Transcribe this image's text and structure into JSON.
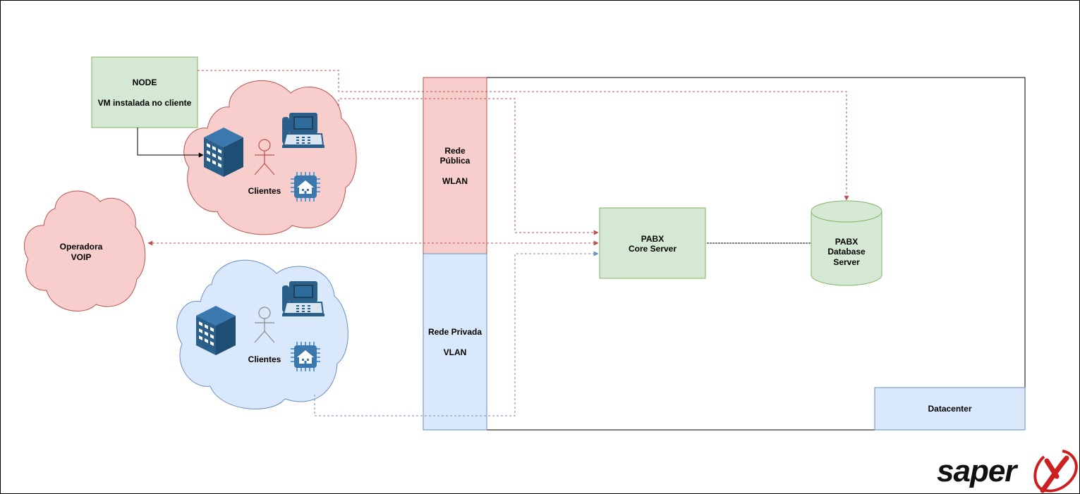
{
  "nodes": {
    "node_vm": {
      "title": "NODE",
      "subtitle": "VM instalada no cliente"
    },
    "public_net": {
      "line1": "Rede",
      "line2": "Pública",
      "line3": "WLAN"
    },
    "private_net": {
      "line1": "Rede Privada",
      "line2": "VLAN"
    },
    "pabx_core": {
      "line1": "PABX",
      "line2": "Core Server"
    },
    "pabx_db": {
      "line1": "PABX",
      "line2": "Database",
      "line3": "Server"
    },
    "datacenter": {
      "label": "Datacenter"
    },
    "operadora": {
      "line1": "Operadora",
      "line2": "VOIP"
    },
    "clients_public": {
      "label": "Clientes"
    },
    "clients_private": {
      "label": "Clientes"
    }
  },
  "logo": {
    "text": "saper",
    "mark": "X"
  },
  "colors": {
    "red_fill": "#f8cecc",
    "red_stroke": "#b85450",
    "blue_fill": "#dae8fc",
    "blue_stroke": "#6c8ebf",
    "green_fill": "#d5e8d4",
    "green_stroke": "#82b366",
    "icon_dark": "#2a5f8a",
    "icon_mid": "#3a78ad",
    "icon_light": "#5b9bd5",
    "logo_red": "#cc1f1f"
  }
}
